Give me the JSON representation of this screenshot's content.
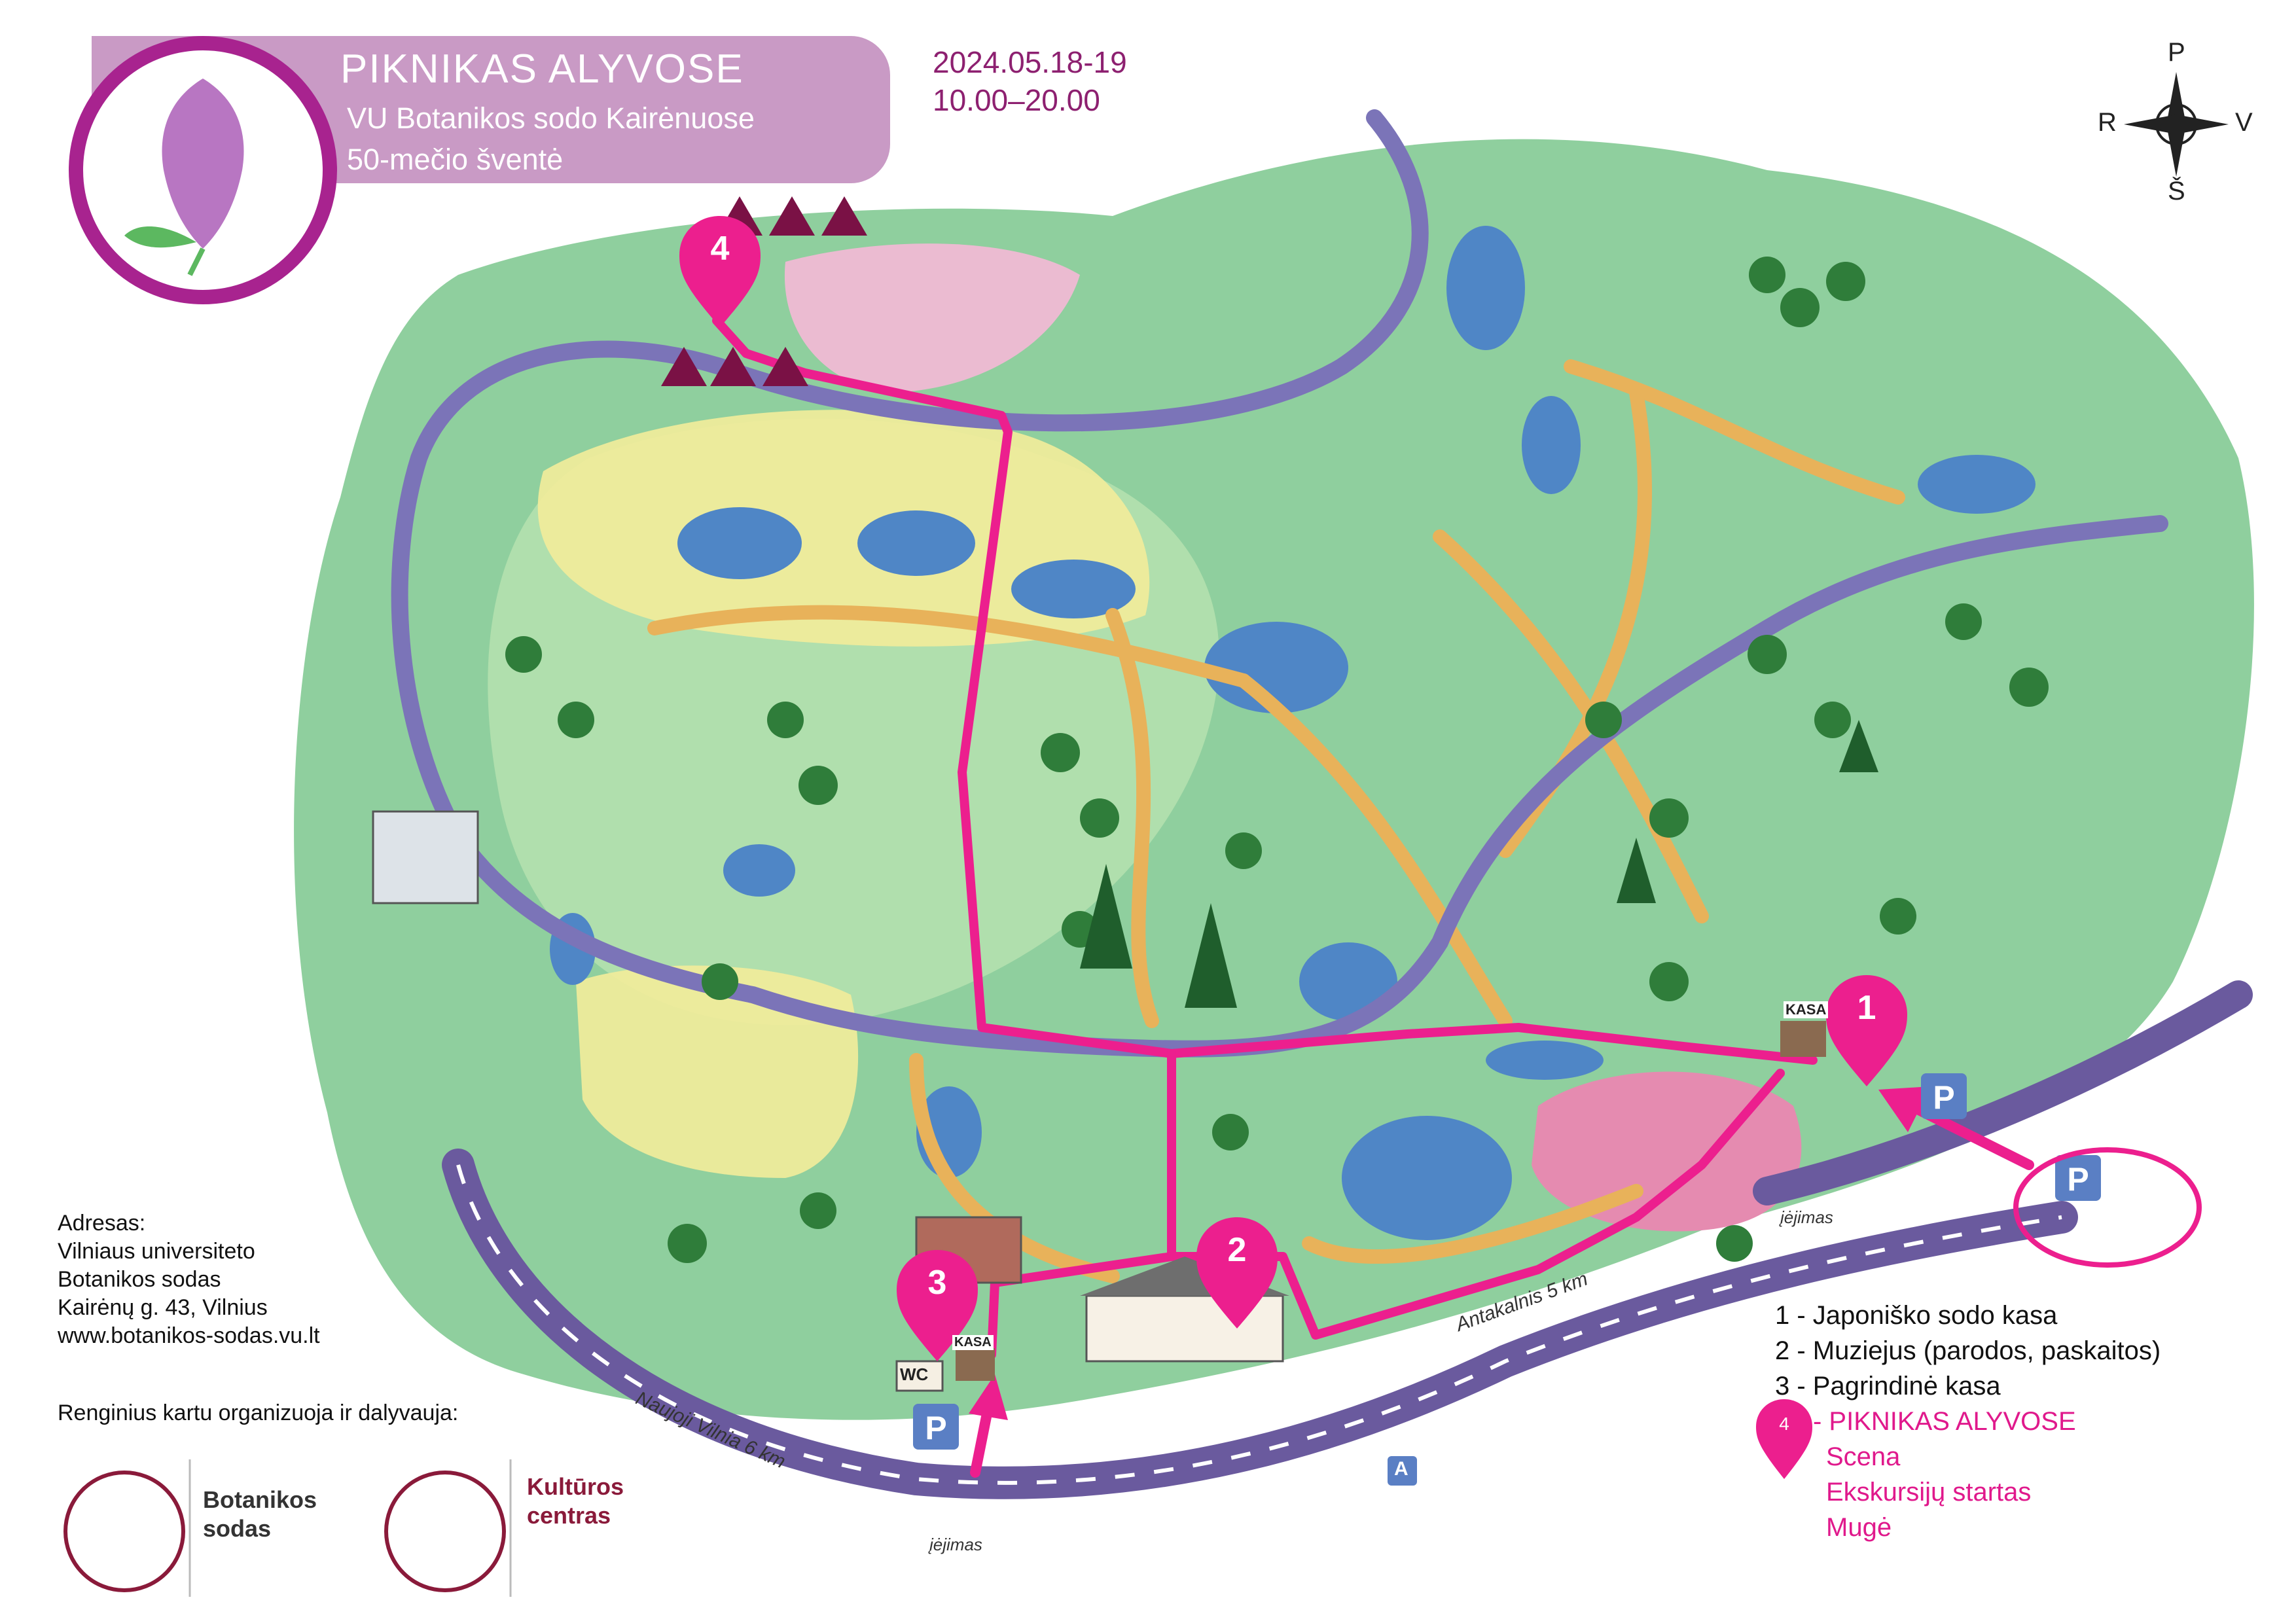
{
  "header": {
    "title": "PIKNIKAS ALYVOSE",
    "subtitle_line1": "VU Botanikos sodo Kairėnuose",
    "subtitle_line2": "50-mečio šventė",
    "date": "2024.05.18-19",
    "time": "10.00–20.00"
  },
  "compass": {
    "north": "P",
    "south": "Š",
    "west": "R",
    "east": "V"
  },
  "markers": [
    {
      "label": "1"
    },
    {
      "label": "2"
    },
    {
      "label": "3"
    },
    {
      "label": "4"
    }
  ],
  "map_labels": {
    "kasa_1": "KASA",
    "kasa_3": "KASA",
    "wc": "WC",
    "parking": "P",
    "bus_stop": "A",
    "entrance_1": "įėjimas",
    "entrance_2": "įėjimas",
    "road_1": "Antakalnis 5 km",
    "road_2": "Naujoji Vilnia 6 km"
  },
  "address": {
    "heading": "Adresas:",
    "line1": "Vilniaus universiteto",
    "line2": "Botanikos sodas",
    "line3": "Kairėnų g. 43, Vilnius",
    "line4": "www.botanikos-sodas.vu.lt"
  },
  "organizers": {
    "heading": "Renginius kartu organizuoja ir dalyvauja:",
    "org1_line1": "Botanikos",
    "org1_line2": "sodas",
    "org2_line1": "Kultūros",
    "org2_line2": "centras"
  },
  "legend": {
    "item1": "1 - Japoniško sodo kasa",
    "item2": "2 - Muziejus (parodos, paskaitos)",
    "item3": "3 - Pagrindinė kasa",
    "item4_number": "4",
    "item4_title": "- PIKNIKAS ALYVOSE",
    "item4_sub1": "Scena",
    "item4_sub2": "Ekskursijų startas",
    "item4_sub3": "Mugė"
  },
  "colors": {
    "route": "#ec1f8e",
    "road": "#6a5a9e",
    "brand_purple": "#a8238f",
    "title_bg": "#c99ac5",
    "date_text": "#8d2070",
    "legend_pink": "#e0198c"
  }
}
